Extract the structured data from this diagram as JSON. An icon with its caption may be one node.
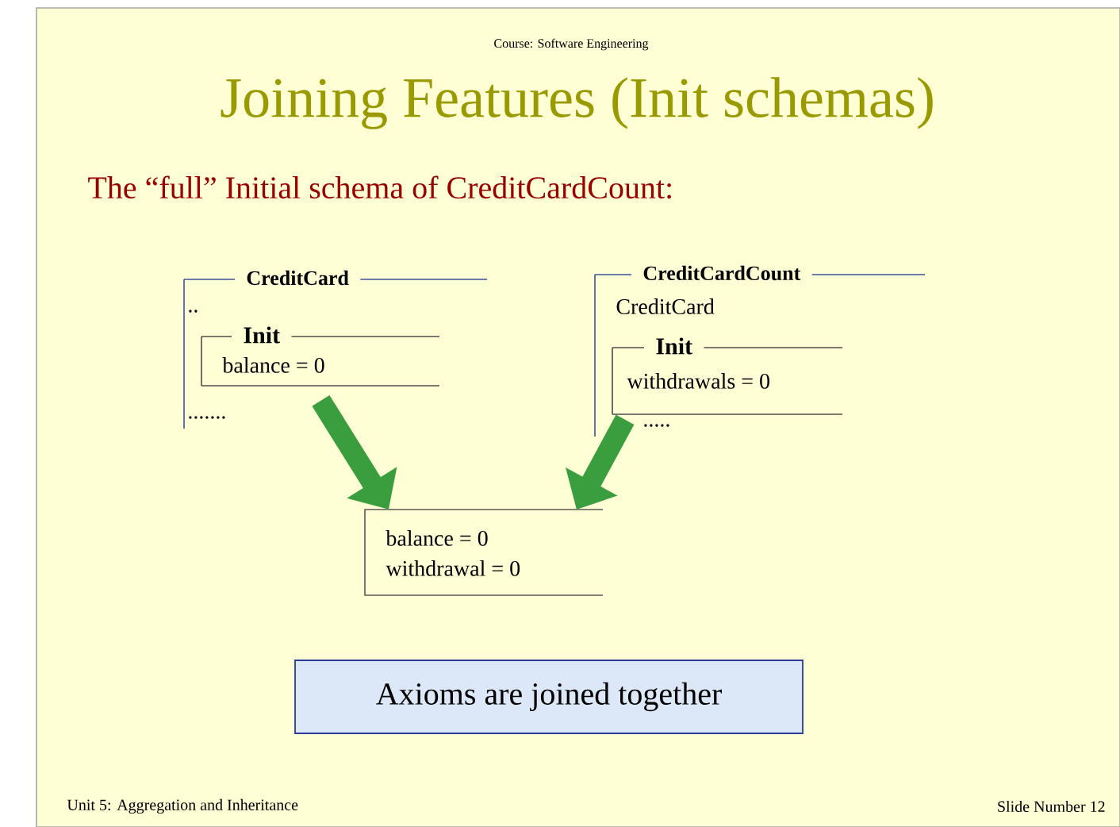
{
  "diagram": {
    "title": "Joining Features (Init schemas)",
    "nodes": [
      {
        "text": [
          "CreditCard",
          "..",
          "......."
        ]
      },
      {
        "text": [
          "Init",
          "balance = 0"
        ],
        "in": 0
      },
      {
        "text": [
          "CreditCardCount",
          "CreditCard",
          "....."
        ]
      },
      {
        "text": [
          "Init",
          "withdrawals = 0"
        ],
        "in": 2
      },
      {
        "text": [
          "balance = 0",
          "withdrawal = 0"
        ]
      },
      {
        "text": [
          "Axioms are joined together"
        ]
      }
    ],
    "edges": [
      {
        "from": 1,
        "to": 4,
        "arrow": "to",
        "color": "#3a9e3f"
      },
      {
        "from": 3,
        "to": 4,
        "arrow": "to",
        "color": "#3a9e3f"
      }
    ],
    "labels": [
      "Course: Software Engineering",
      "The “full” Initial schema of CreditCardCount:",
      "Unit 5: Aggregation and Inheritance",
      "Slide Number 12"
    ]
  }
}
